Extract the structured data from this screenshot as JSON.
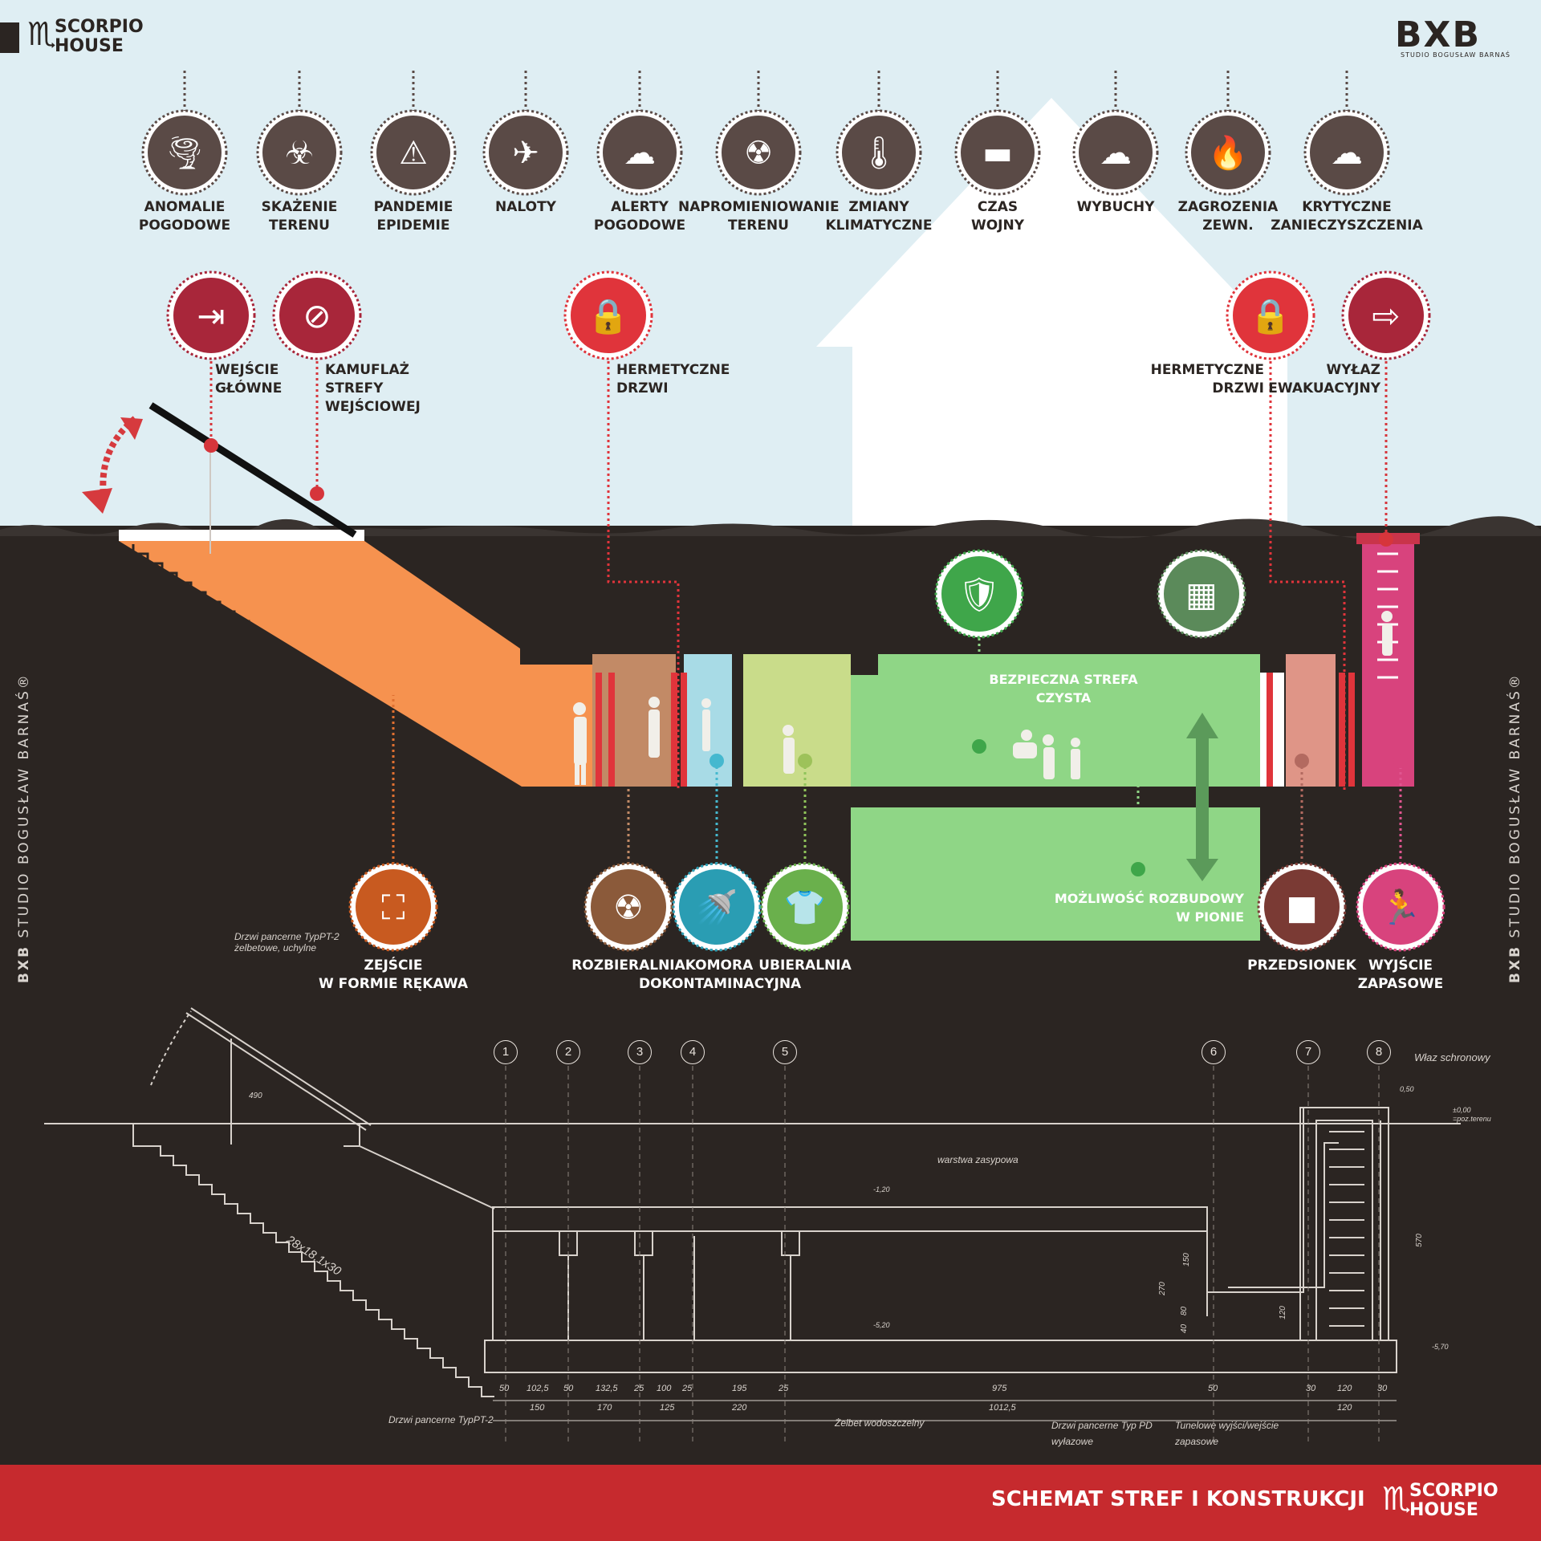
{
  "brand": {
    "logo_top_left": "SCORPIO\nHOUSE",
    "logo_top_right": "BXB",
    "logo_top_right_sub": "STUDIO BOGUSŁAW BARNAŚ",
    "side_text": "STUDIO BOGUSŁAW BARNAŚ",
    "side_mark": "BXB",
    "registered": "®",
    "footer_title": "SCHEMAT STREF I KONSTRUKCJI",
    "footer_logo": "SCORPIO\nHOUSE"
  },
  "colors": {
    "sky": "#dfeef3",
    "soil": "#2b2522",
    "threat_circle": "#5a4a46",
    "hermetic_red": "#e0343b",
    "dark_red": "#a8263a",
    "orange": "#f6924f",
    "undress_brown": "#c28a66",
    "shower_blue": "#a8dbe6",
    "dress_green": "#c9dc8a",
    "safe_green": "#8fd686",
    "vestibule": "#df9587",
    "exit_pink": "#d8437d",
    "footer_red": "#c62a2e"
  },
  "threats": [
    {
      "icon": "tornado-icon",
      "label": "ANOMALIE\nPOGODOWE"
    },
    {
      "icon": "biohazard-icon",
      "label": "SKAŻENIE\nTERENU"
    },
    {
      "icon": "virus-warning-icon",
      "label": "PANDEMIE\nEPIDEMIE"
    },
    {
      "icon": "airplane-icon",
      "label": "NALOTY"
    },
    {
      "icon": "storm-cloud-icon",
      "label": "ALERTY\nPOGODOWE"
    },
    {
      "icon": "radiation-icon",
      "label": "NAPROMIENIOWANIE\nTERENU"
    },
    {
      "icon": "thermometer-icon",
      "label": "ZMIANY\nKLIMATYCZNE"
    },
    {
      "icon": "tank-icon",
      "label": "CZAS\nWOJNY"
    },
    {
      "icon": "mushroom-cloud-icon",
      "label": "WYBUCHY"
    },
    {
      "icon": "flame-icon",
      "label": "ZAGROZENIA\nZEWN."
    },
    {
      "icon": "pollution-icon",
      "label": "KRYTYCZNE\nZANIECZYSZCZENIA"
    }
  ],
  "features": {
    "main_entrance": "WEJŚCIE\nGŁÓWNE",
    "camouflage": "KAMUFLAŻ\nSTREFY\nWEJŚCIOWEJ",
    "hermetic_door_1": "HERMETYCZNE\nDRZWI",
    "hermetic_door_2": "HERMETYCZNE\nDRZWI",
    "escape_hatch": "WYŁAZ\nEWAKUACYJNY"
  },
  "zones": {
    "descent": "ZEJŚCIE\nW FORMIE RĘKAWA",
    "undressing": "ROZBIERALNIA",
    "decon": "KOMORA\nDOKONTAMINACYJNA",
    "dressing": "UBIERALNIA",
    "safe_zone": "BEZPIECZNA STREFA\nCZYSTA",
    "expansion": "MOŻLIWOŚĆ ROZBUDOWY\nW PIONIE",
    "vestibule": "PRZEDSIONEK",
    "emergency_exit": "WYJŚCIE\nZAPASOWE"
  },
  "drawing": {
    "axes": [
      "1",
      "2",
      "3",
      "4",
      "5",
      "6",
      "7",
      "8"
    ],
    "door_top": "Drzwi pancerne TypPT-2\nżelbetowe, uchylne",
    "hatch": "Właz schronowy",
    "backfill": "warstwa zasypowa",
    "stairs": "28x18,1x30",
    "door_bottom": "Drzwi pancerne TypPT-2",
    "concrete": "Żelbet wodoszczelny",
    "door_pd": "Drzwi pancerne Typ PD\nwyłazowe",
    "tunnel": "Tunelowe wyjści/wejście\nzapasowe",
    "level_ground": "±0,00\n=poz.terenu",
    "level_top": "0,50",
    "level_roof": "-1,20",
    "level_floor": "-5,20",
    "level_bottom": "-5,70",
    "dim_490": "490",
    "dims_row1": [
      "50",
      "102,5",
      "50",
      "132,5",
      "25",
      "100",
      "25",
      "195",
      "25",
      "975",
      "50",
      "",
      "30",
      "120",
      "30"
    ],
    "dims_row2": [
      "150",
      "170",
      "125",
      "220",
      "1012,5",
      "120"
    ],
    "dims_vertical": [
      "270",
      "150",
      "80",
      "40",
      "120",
      "570"
    ]
  }
}
